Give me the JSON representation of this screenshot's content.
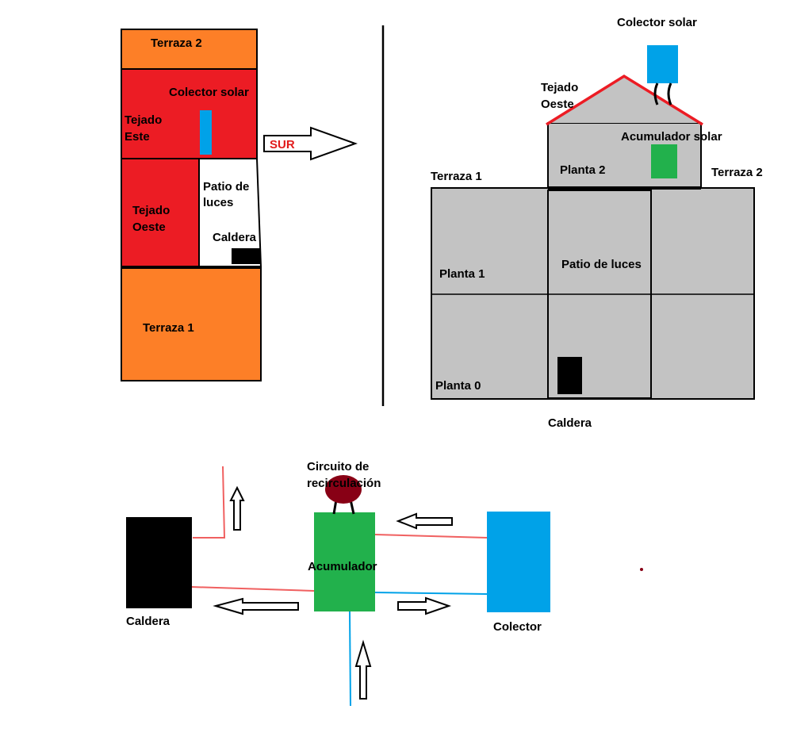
{
  "colors": {
    "terrace": "#fd7f27",
    "roof": "#ec1c24",
    "collector": "#00a2e8",
    "boiler": "#000000",
    "accumulator": "#22b14c",
    "pump": "#880015",
    "building": "#c3c3c3",
    "hot_pipe": "#f06060",
    "cold_pipe": "#00a2e8",
    "sur_label": "#e11b1b"
  },
  "plan_view": {
    "terraza_2": "Terraza 2",
    "colector_solar": "Colector solar",
    "tejado_este": [
      "Tejado",
      "Este"
    ],
    "tejado_oeste": [
      "Tejado",
      "Oeste"
    ],
    "patio_de_luces": [
      "Patio de",
      "luces"
    ],
    "caldera": "Caldera",
    "terraza_1": "Terraza 1",
    "direction_arrow": "SUR"
  },
  "section_view": {
    "colector_solar": "Colector solar",
    "tejado_oeste": [
      "Tejado",
      "Oeste"
    ],
    "acumulador_solar": "Acumulador solar",
    "planta_2": "Planta 2",
    "terraza_1": "Terraza 1",
    "terraza_2": "Terraza 2",
    "patio_de_luces": "Patio de luces",
    "planta_1": "Planta 1",
    "planta_0": "Planta 0",
    "caldera": "Caldera"
  },
  "schematic": {
    "circuito": [
      "Circuito de",
      "recirculación"
    ],
    "acumulador": "Acumulador",
    "caldera": "Caldera",
    "colector": "Colector"
  }
}
